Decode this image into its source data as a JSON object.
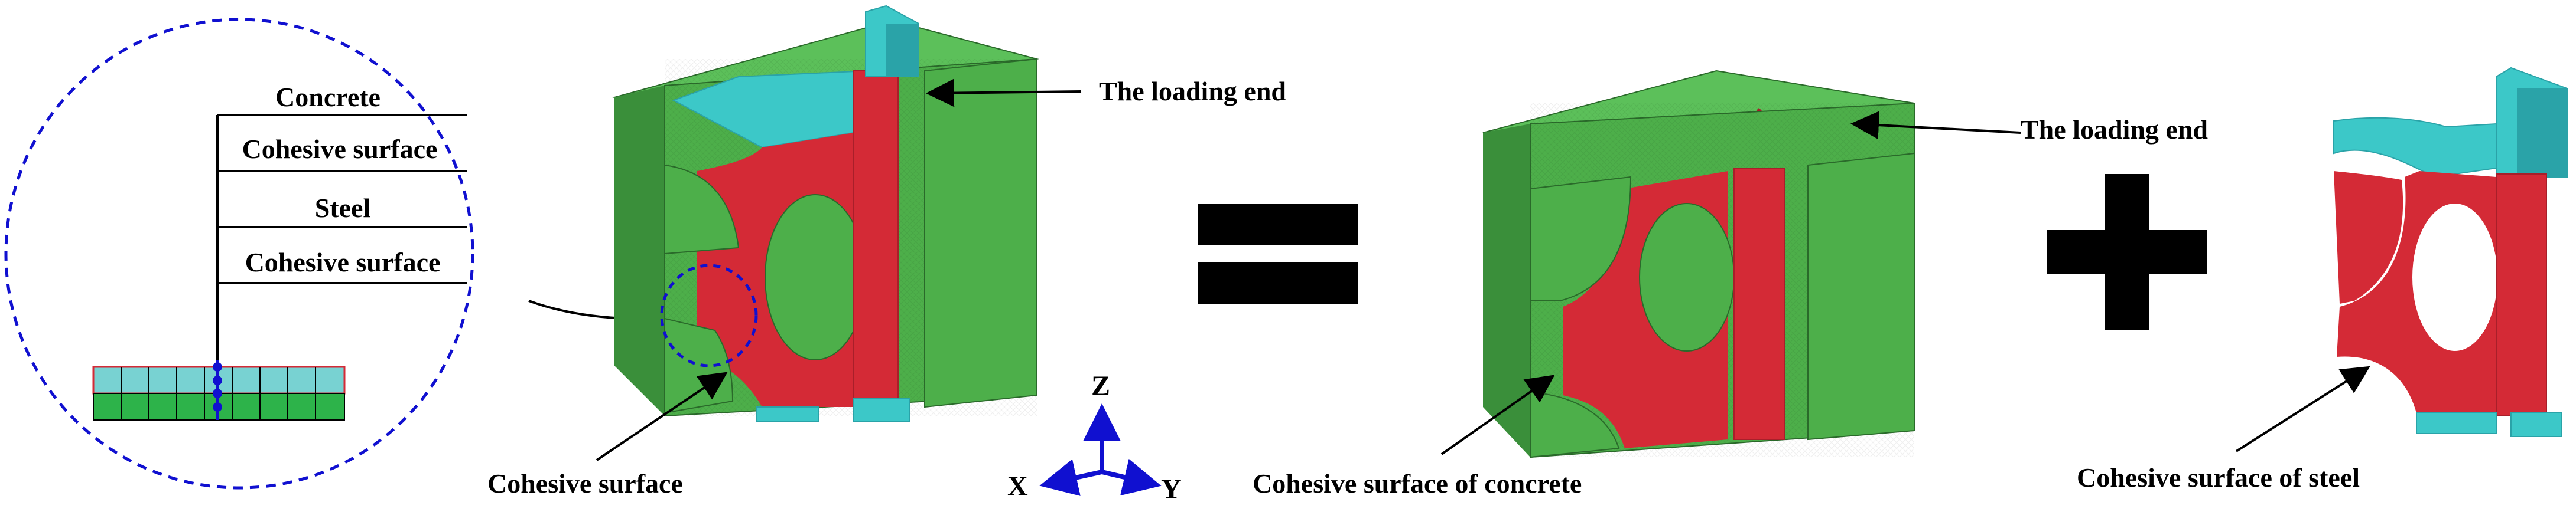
{
  "detail": {
    "layers": [
      "Concrete",
      "Cohesive surface",
      "Steel",
      "Cohesive surface"
    ]
  },
  "labels": {
    "loading_end_1": "The loading end",
    "loading_end_2": "The loading end",
    "cohesive_surface": "Cohesive surface",
    "cohesive_concrete": "Cohesive surface of concrete",
    "cohesive_steel": "Cohesive surface of steel"
  },
  "axes": {
    "z": "Z",
    "x": "X",
    "y": "Y"
  },
  "colors": {
    "concrete": "#4daf4a",
    "concrete_dark": "#3a8f3a",
    "concrete_light": "#5cc05a",
    "steel_red": "#d42a36",
    "steel_red_dark": "#a81f2a",
    "steel_cyan": "#3cc8c8",
    "steel_cyan_dark": "#2aa3a8",
    "callout": "#1010d0"
  }
}
